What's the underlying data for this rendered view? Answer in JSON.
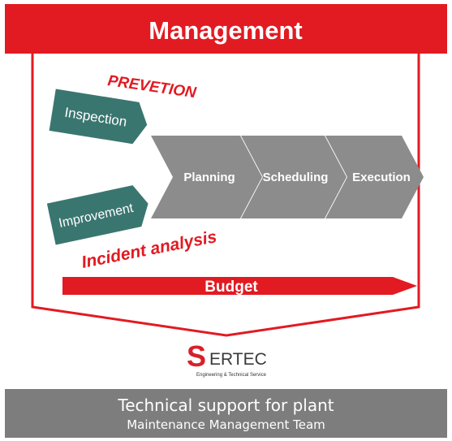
{
  "header": {
    "title": "Management"
  },
  "prevention": {
    "label": "PREVETION",
    "inputs": [
      {
        "label": "Inspection"
      },
      {
        "label": "Improvement"
      }
    ]
  },
  "incident_label": "Incident analysis",
  "chevrons": [
    {
      "label": "Planning"
    },
    {
      "label": "Scheduling"
    },
    {
      "label": "Execution"
    }
  ],
  "budget": {
    "label": "Budget"
  },
  "logo": {
    "letter": "S",
    "name": "ERTEC",
    "tagline": "Engineering & Technical Service"
  },
  "footer": {
    "line1": "Technical support for plant",
    "line2": "Maintenance Management Team"
  },
  "colors": {
    "accent_red": "#e21a22",
    "teal": "#3a7670",
    "chevron_grey": "#8c8c8c",
    "footer_grey": "#7d7d7d"
  }
}
